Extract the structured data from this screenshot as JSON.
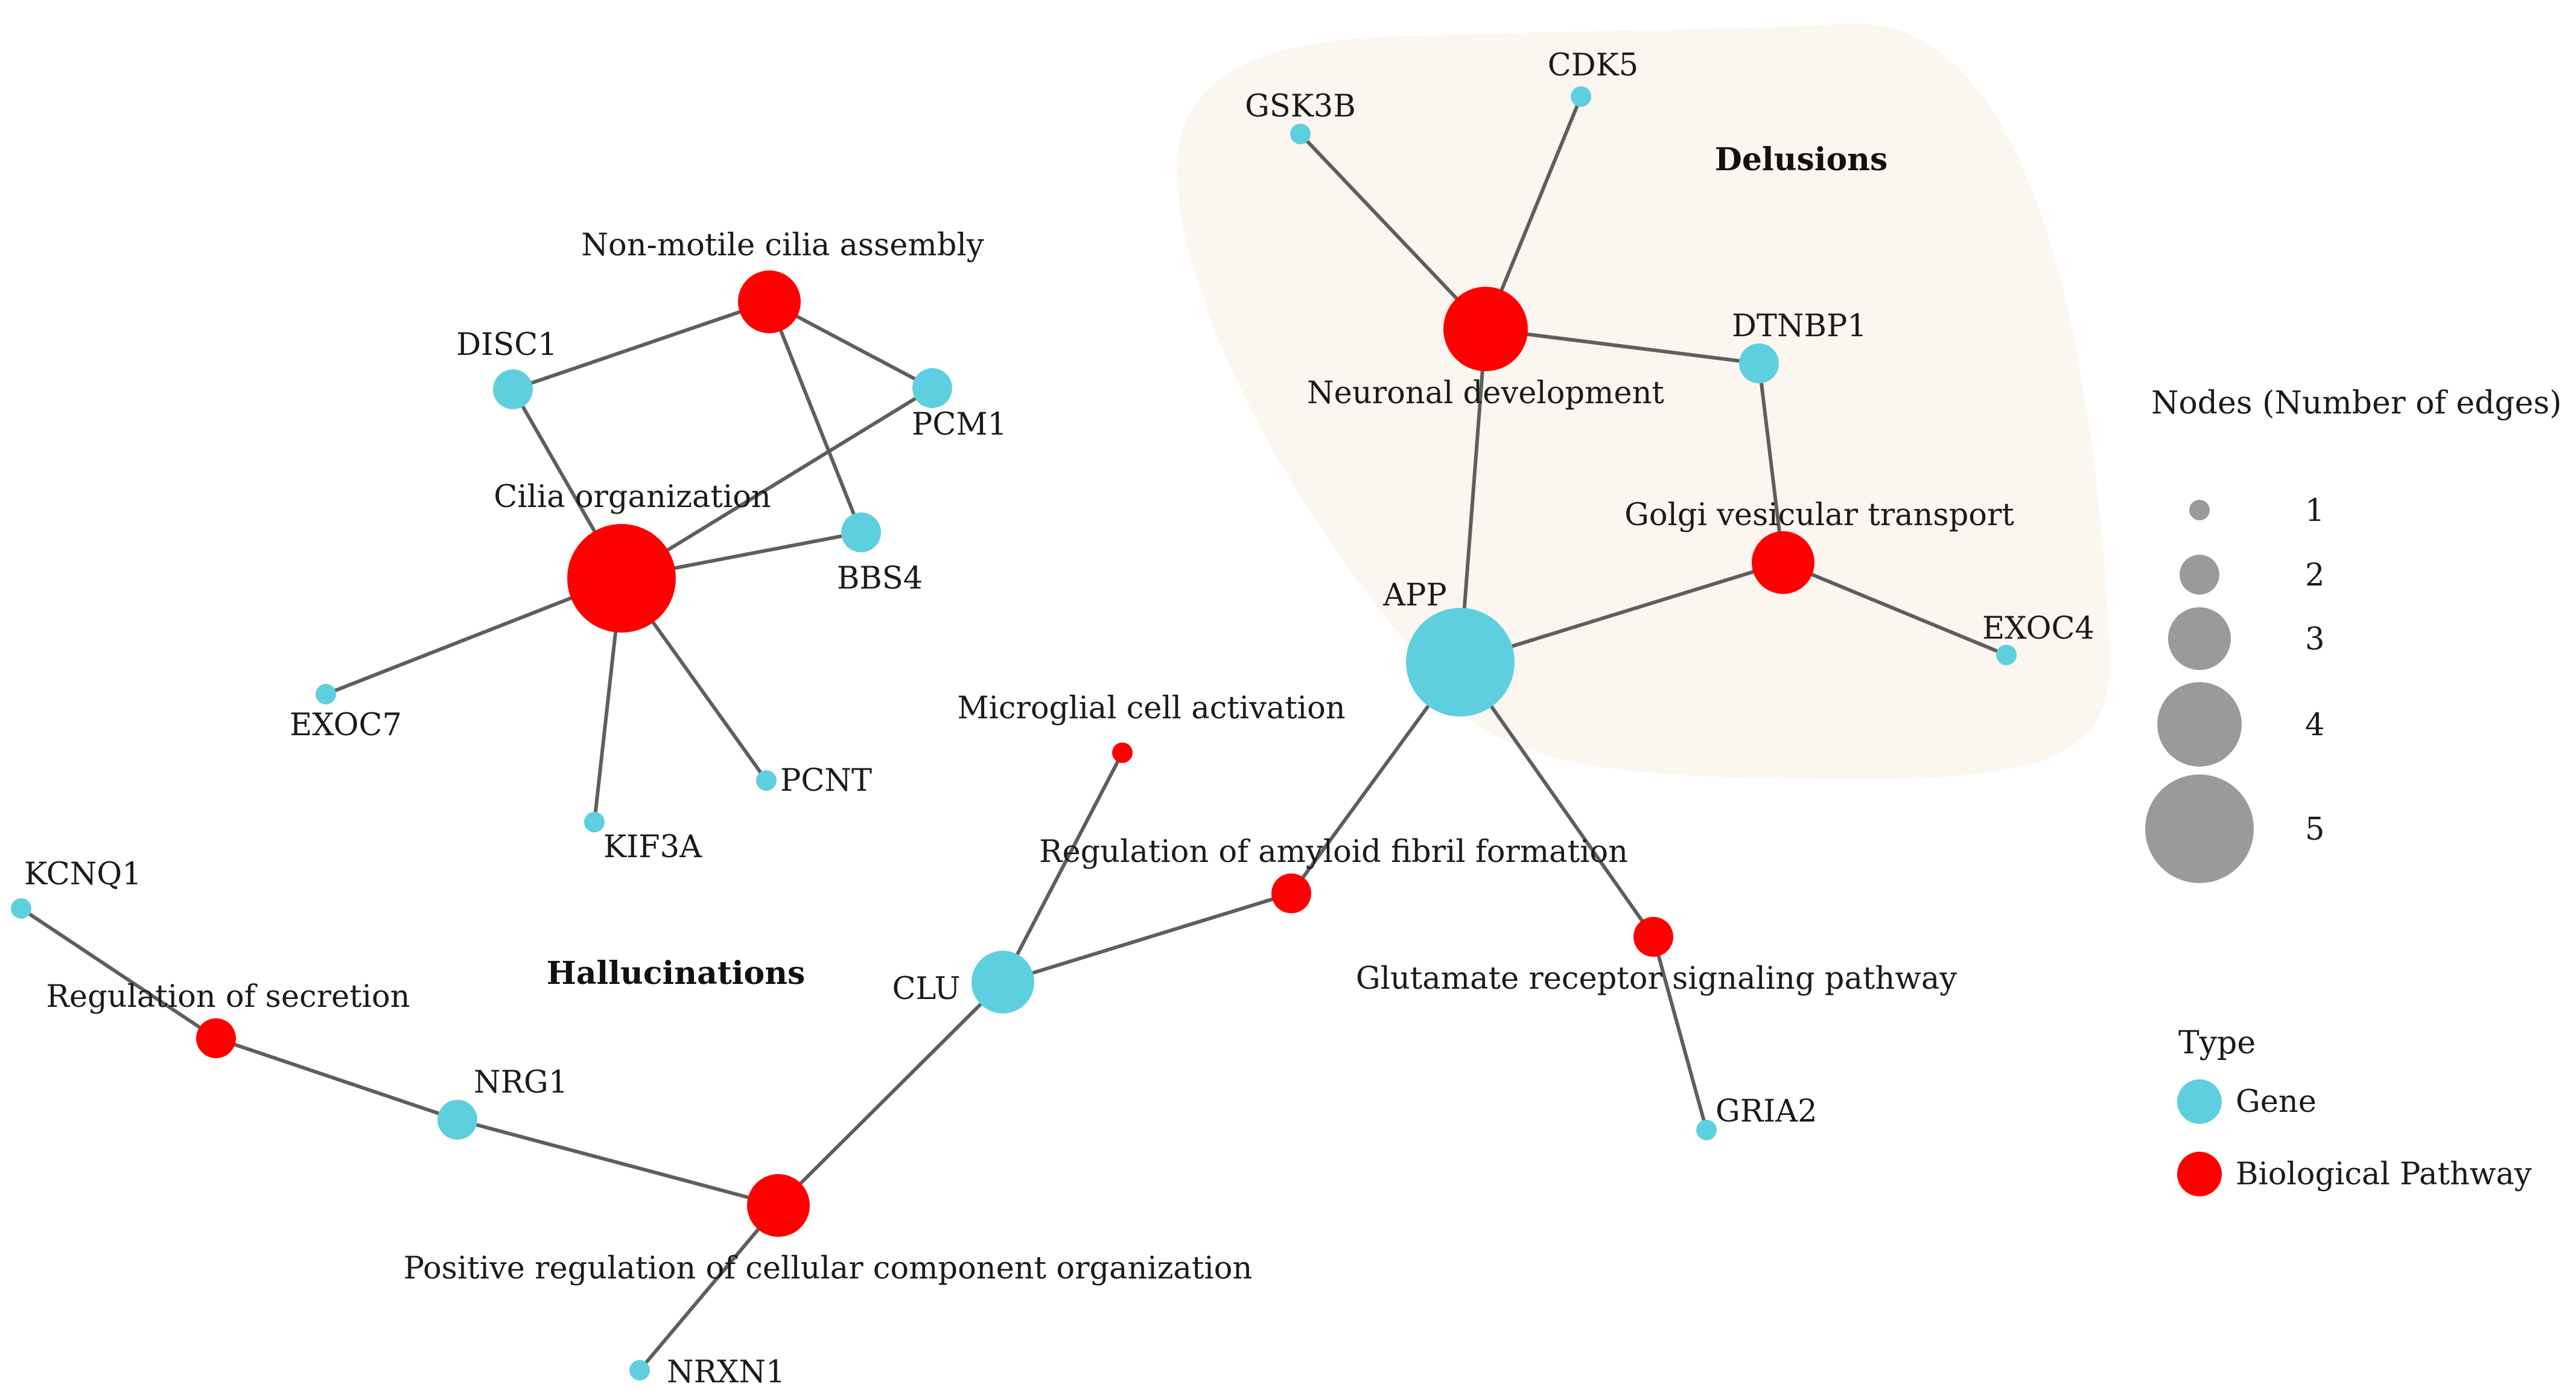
{
  "colors": {
    "gene": "#5ecfdf",
    "pathway": "#ff0000",
    "legend_size": "#9a9a9a",
    "delusions_region": "#fbf6ef"
  },
  "groups": {
    "delusions": "Delusions",
    "hallucinations": "Hallucinations"
  },
  "nodes": {
    "gsk3b": {
      "label": "GSK3B",
      "type": "Gene",
      "edges": 1
    },
    "cdk5": {
      "label": "CDK5",
      "type": "Gene",
      "edges": 1
    },
    "neuronal_development": {
      "label": "Neuronal development",
      "type": "Biological Pathway",
      "edges": 4
    },
    "dtnbp1": {
      "label": "DTNBP1",
      "type": "Gene",
      "edges": 2
    },
    "golgi_vesicular_transport": {
      "label": "Golgi vesicular transport",
      "type": "Biological Pathway",
      "edges": 3
    },
    "exoc4": {
      "label": "EXOC4",
      "type": "Gene",
      "edges": 1
    },
    "app": {
      "label": "APP",
      "type": "Gene",
      "edges": 5
    },
    "non_motile_cilia_assembly": {
      "label": "Non-motile cilia assembly",
      "type": "Biological Pathway",
      "edges": 3
    },
    "disc1": {
      "label": "DISC1",
      "type": "Gene",
      "edges": 2
    },
    "pcm1": {
      "label": "PCM1",
      "type": "Gene",
      "edges": 2
    },
    "cilia_organization": {
      "label": "Cilia organization",
      "type": "Biological Pathway",
      "edges": 5
    },
    "bbs4": {
      "label": "BBS4",
      "type": "Gene",
      "edges": 2
    },
    "exoc7": {
      "label": "EXOC7",
      "type": "Gene",
      "edges": 1
    },
    "pcnt": {
      "label": "PCNT",
      "type": "Gene",
      "edges": 1
    },
    "kif3a": {
      "label": "KIF3A",
      "type": "Gene",
      "edges": 1
    },
    "microglial_cell_activation": {
      "label": "Microglial cell activation",
      "type": "Biological Pathway",
      "edges": 1
    },
    "regulation_amyloid": {
      "label": "Regulation of amyloid fibril formation",
      "type": "Biological Pathway",
      "edges": 2
    },
    "glutamate_receptor": {
      "label": "Glutamate receptor signaling pathway",
      "type": "Biological Pathway",
      "edges": 2
    },
    "gria2": {
      "label": "GRIA2",
      "type": "Gene",
      "edges": 1
    },
    "clu": {
      "label": "CLU",
      "type": "Gene",
      "edges": 3
    },
    "kcnq1": {
      "label": "KCNQ1",
      "type": "Gene",
      "edges": 1
    },
    "regulation_secretion": {
      "label": "Regulation of secretion",
      "type": "Biological Pathway",
      "edges": 2
    },
    "nrg1": {
      "label": "NRG1",
      "type": "Gene",
      "edges": 2
    },
    "positive_regulation": {
      "label": "Positive regulation of cellular component organization",
      "type": "Biological Pathway",
      "edges": 3
    },
    "nrxn1": {
      "label": "NRXN1",
      "type": "Gene",
      "edges": 1
    }
  },
  "edges": [
    [
      "gsk3b",
      "neuronal_development"
    ],
    [
      "cdk5",
      "neuronal_development"
    ],
    [
      "neuronal_development",
      "dtnbp1"
    ],
    [
      "neuronal_development",
      "app"
    ],
    [
      "dtnbp1",
      "golgi_vesicular_transport"
    ],
    [
      "golgi_vesicular_transport",
      "app"
    ],
    [
      "golgi_vesicular_transport",
      "exoc4"
    ],
    [
      "non_motile_cilia_assembly",
      "disc1"
    ],
    [
      "non_motile_cilia_assembly",
      "pcm1"
    ],
    [
      "non_motile_cilia_assembly",
      "bbs4"
    ],
    [
      "disc1",
      "cilia_organization"
    ],
    [
      "pcm1",
      "cilia_organization"
    ],
    [
      "bbs4",
      "cilia_organization"
    ],
    [
      "cilia_organization",
      "exoc7"
    ],
    [
      "cilia_organization",
      "kif3a"
    ],
    [
      "cilia_organization",
      "pcnt"
    ],
    [
      "app",
      "regulation_amyloid"
    ],
    [
      "app",
      "glutamate_receptor"
    ],
    [
      "glutamate_receptor",
      "gria2"
    ],
    [
      "regulation_amyloid",
      "clu"
    ],
    [
      "microglial_cell_activation",
      "clu"
    ],
    [
      "clu",
      "positive_regulation"
    ],
    [
      "kcnq1",
      "regulation_secretion"
    ],
    [
      "regulation_secretion",
      "nrg1"
    ],
    [
      "nrg1",
      "positive_regulation"
    ],
    [
      "positive_regulation",
      "nrxn1"
    ]
  ],
  "legend": {
    "size_title": "Nodes (Number of edges)",
    "sizes": [
      {
        "label": "1",
        "edges": 1
      },
      {
        "label": "2",
        "edges": 2
      },
      {
        "label": "3",
        "edges": 3
      },
      {
        "label": "4",
        "edges": 4
      },
      {
        "label": "5",
        "edges": 5
      }
    ],
    "type_title": "Type",
    "types": [
      {
        "label": "Gene",
        "type": "Gene"
      },
      {
        "label": "Biological Pathway",
        "type": "Biological Pathway"
      }
    ]
  }
}
